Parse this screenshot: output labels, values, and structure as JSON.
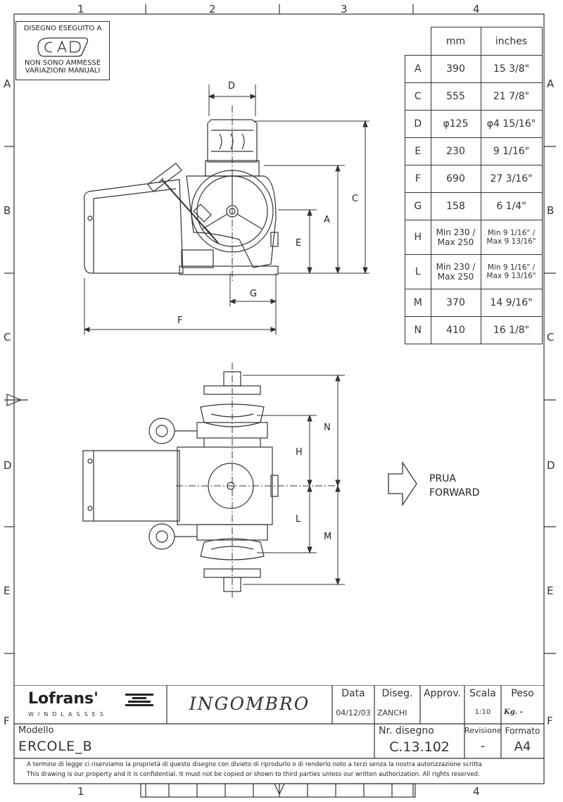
{
  "grid": {
    "columns": [
      "1",
      "2",
      "3",
      "4"
    ],
    "rows": [
      "A",
      "B",
      "C",
      "D",
      "E",
      "F"
    ]
  },
  "cad_box": {
    "line1": "DISEGNO ESEGUITO A",
    "logo": "CAD",
    "line2": "NON SONO AMMESSE",
    "line3": "VARIAZIONI MANUALI"
  },
  "dimensions_table": {
    "headers": [
      "mm",
      "inches"
    ],
    "rows": [
      {
        "key": "A",
        "mm": "390",
        "inches": "15 3/8\""
      },
      {
        "key": "C",
        "mm": "555",
        "inches": "21 7/8\""
      },
      {
        "key": "D",
        "mm": "φ125",
        "inches": "φ4 15/16\""
      },
      {
        "key": "E",
        "mm": "230",
        "inches": "9 1/16\""
      },
      {
        "key": "F",
        "mm": "690",
        "inches": "27 3/16\""
      },
      {
        "key": "G",
        "mm": "158",
        "inches": "6 1/4\""
      },
      {
        "key": "H",
        "mm": "Min 230 / Max 250",
        "inches": "Min 9 1/16\" / Max 9 13/16\""
      },
      {
        "key": "L",
        "mm": "Min 230 / Max 250",
        "inches": "Min 9 1/16\" / Max 9 13/16\""
      },
      {
        "key": "M",
        "mm": "370",
        "inches": "14 9/16\""
      },
      {
        "key": "N",
        "mm": "410",
        "inches": "16 1/8\""
      }
    ]
  },
  "drawing_labels": {
    "side_view": [
      "D",
      "C",
      "A",
      "E",
      "G",
      "F"
    ],
    "top_view": [
      "N",
      "H",
      "L",
      "M"
    ],
    "direction": [
      "PRUA",
      "FORWARD"
    ]
  },
  "title_block": {
    "brand": "Lofrans'",
    "brand_sub": "WINDLASSES",
    "title": "INGOMBRO",
    "data_label": "Data",
    "data_value": "04/12/03",
    "diseg_label": "Diseg.",
    "diseg_value": "ZANCHI",
    "approv_label": "Approv.",
    "scala_label": "Scala",
    "scala_value": "1:10",
    "peso_label": "Peso",
    "peso_value": "Kg. -",
    "modello_label": "Modello",
    "modello_value": "ERCOLE_B",
    "nr_label": "Nr. disegno",
    "nr_value": "C.13.102",
    "rev_label": "Revisione",
    "rev_value": "-",
    "formato_label": "Formato",
    "formato_value": "A4"
  },
  "legal": {
    "it": "A termine di legge ci riserviamo la proprietà di questo disegno con divieto di riprodurlo o di renderlo noto a terzi senza la nostra autorizzazione scritta",
    "en": "This drawing is our property and it is confidential. It must not be copied or shown to third parties unless our written authorization. All rights reserved."
  }
}
